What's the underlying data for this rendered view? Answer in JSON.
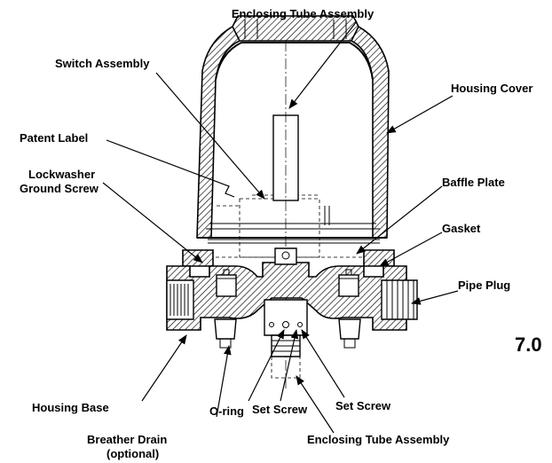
{
  "labels": {
    "enclosing_tube_top": "Enclosing Tube Assembly",
    "switch_assembly": "Switch Assembly",
    "housing_cover": "Housing Cover",
    "patent_label": "Patent Label",
    "lockwasher_line1": "Lockwasher",
    "lockwasher_line2": "Ground Screw",
    "baffle_plate": "Baffle Plate",
    "gasket": "Gasket",
    "pipe_plug": "Pipe Plug",
    "housing_base": "Housing Base",
    "o_ring": "O-ring",
    "set_screw_left": "Set Screw",
    "set_screw_right": "Set Screw",
    "breather_line1": "Breather Drain",
    "breather_line2": "(optional)",
    "enclosing_tube_bottom": "Enclosing Tube Assembly",
    "section_number": "7.0"
  }
}
